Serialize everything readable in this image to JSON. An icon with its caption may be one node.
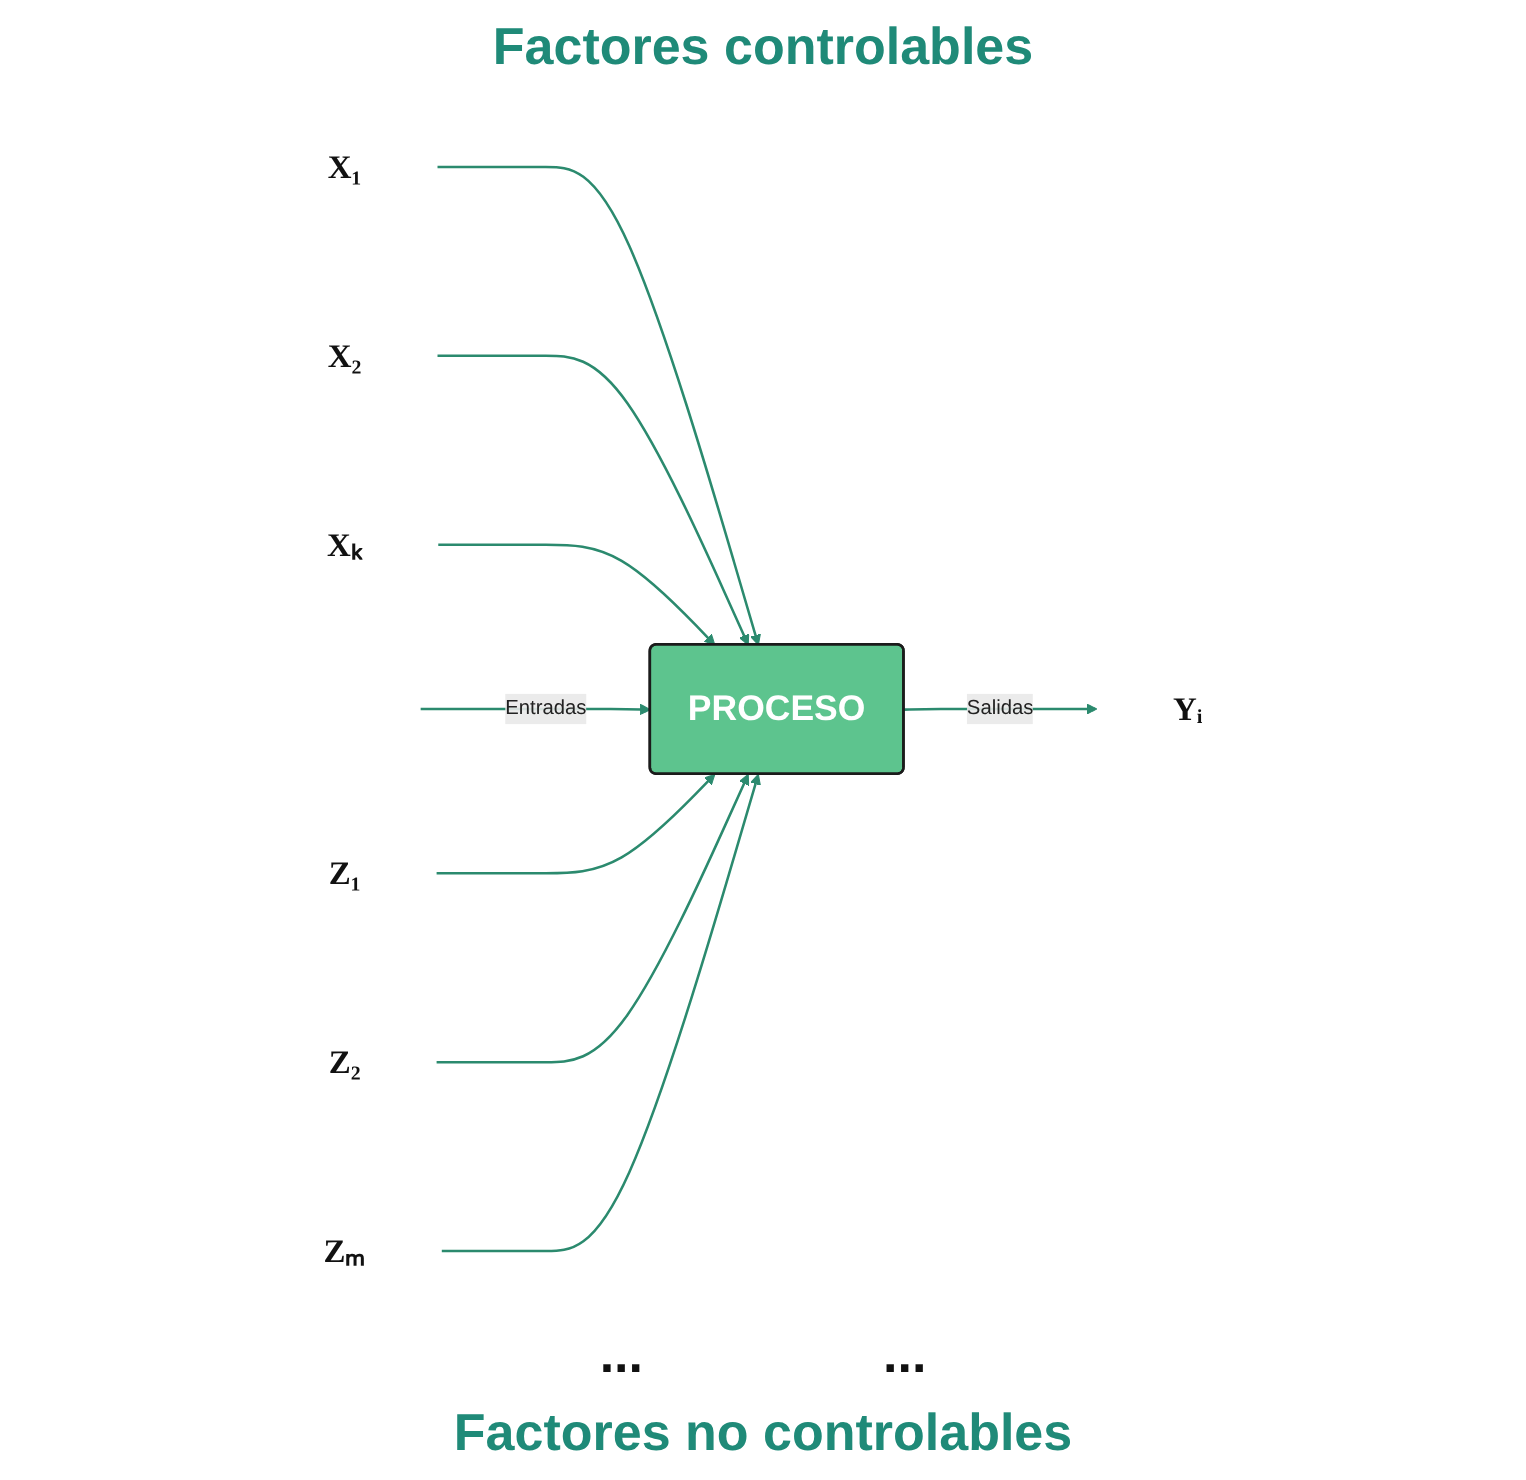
{
  "diagram": {
    "nodes": [
      {
        "text": [
          "X₁"
        ]
      },
      {
        "text": [
          "X₂"
        ]
      },
      {
        "text": [
          "Xₖ"
        ]
      },
      {
        "text": [
          "PROCESO"
        ]
      },
      {
        "text": [
          "Yᵢ"
        ]
      },
      {
        "text": [
          "Z₁"
        ]
      },
      {
        "text": [
          "Z₂"
        ]
      },
      {
        "text": [
          "Zₘ"
        ]
      }
    ],
    "edges": [
      {
        "from": 0,
        "to": 3,
        "arrow": "to"
      },
      {
        "from": 1,
        "to": 3,
        "arrow": "to"
      },
      {
        "from": 2,
        "to": 3,
        "arrow": "to"
      },
      {
        "from": null,
        "to": 3,
        "label": "Entradas",
        "arrow": "to"
      },
      {
        "from": 3,
        "to": 4,
        "label": "Salidas",
        "arrow": "to"
      },
      {
        "from": 5,
        "to": 3,
        "arrow": "to"
      },
      {
        "from": 6,
        "to": 3,
        "arrow": "to"
      },
      {
        "from": 7,
        "to": 3,
        "arrow": "to"
      }
    ],
    "labels": [
      "Factores controlables",
      "...",
      "...",
      "Factores no controlables"
    ]
  }
}
